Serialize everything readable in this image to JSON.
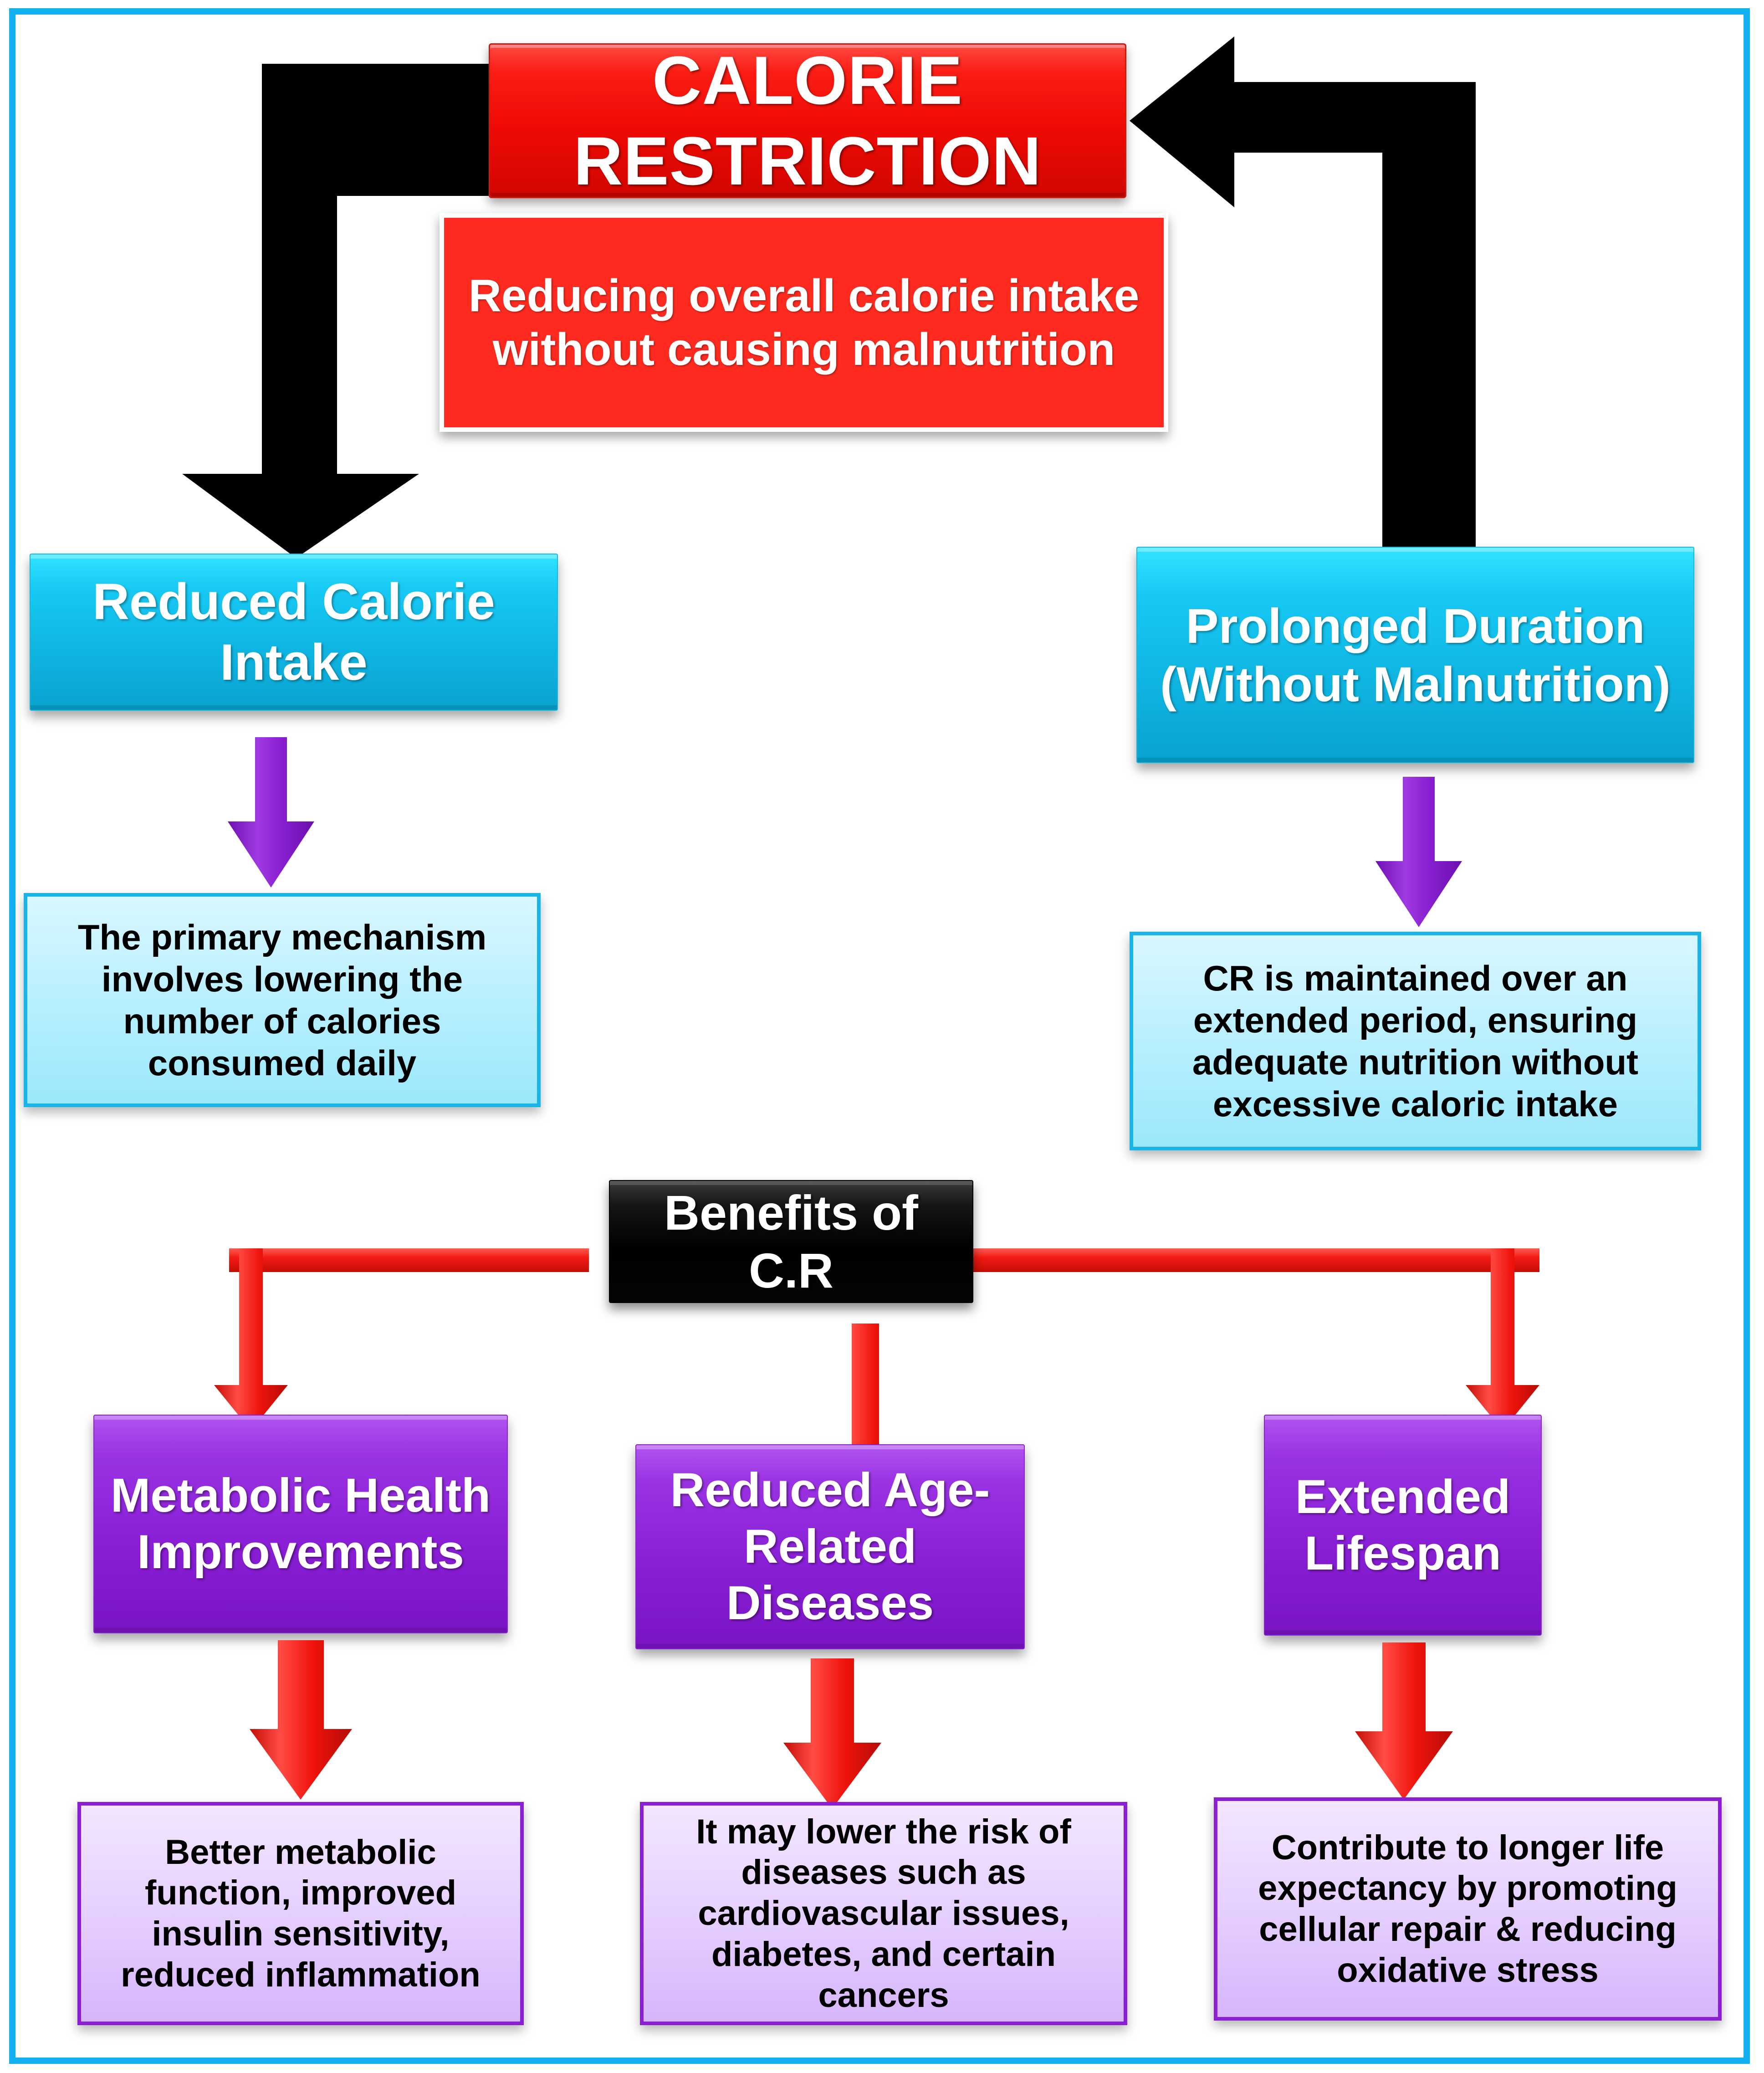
{
  "frame": {
    "border_color": "#12b0f0"
  },
  "palette": {
    "red": "#ee0a04",
    "red_flat": "#ff2b20",
    "cyan": "#0fb5e2",
    "cyan_pale": "#bcf0ff",
    "black": "#000000",
    "purple": "#8a1fd6",
    "purple_pale": "#e7d2ff",
    "arrow_black": "#000000",
    "arrow_purple": "#7d19c9",
    "arrow_red": "#ee1b16"
  },
  "diagram": {
    "title": "CALORIE RESTRICTION",
    "subtitle": "Reducing overall calorie intake without causing malnutrition",
    "components": [
      {
        "id": "reduced-calorie-intake",
        "label": "Reduced Calorie Intake",
        "description": "The primary mechanism involves lowering the number of calories consumed daily"
      },
      {
        "id": "prolonged-duration",
        "label": "Prolonged Duration (Without Malnutrition)",
        "label_line1": "Prolonged Duration",
        "label_line2": "(Without Malnutrition)",
        "description": "CR is maintained over an extended period, ensuring adequate nutrition without excessive caloric intake"
      }
    ],
    "benefits_header": "Benefits of C.R",
    "benefits": [
      {
        "id": "metabolic-health-improvements",
        "label": "Metabolic Health Improvements",
        "label_line1": "Metabolic Health",
        "label_line2": "Improvements",
        "description": "Better metabolic function, improved insulin sensitivity, reduced inflammation"
      },
      {
        "id": "reduced-age-related-diseases",
        "label": "Reduced Age-Related Diseases",
        "label_line1": "Reduced Age-",
        "label_line2": "Related Diseases",
        "description": "It may lower the risk of diseases such as cardiovascular issues, diabetes, and certain cancers"
      },
      {
        "id": "extended-lifespan",
        "label": "Extended Lifespan",
        "label_line1": "Extended",
        "label_line2": "Lifespan",
        "description": "Contribute to longer life expectancy by promoting cellular repair & reducing oxidative stress"
      }
    ]
  }
}
